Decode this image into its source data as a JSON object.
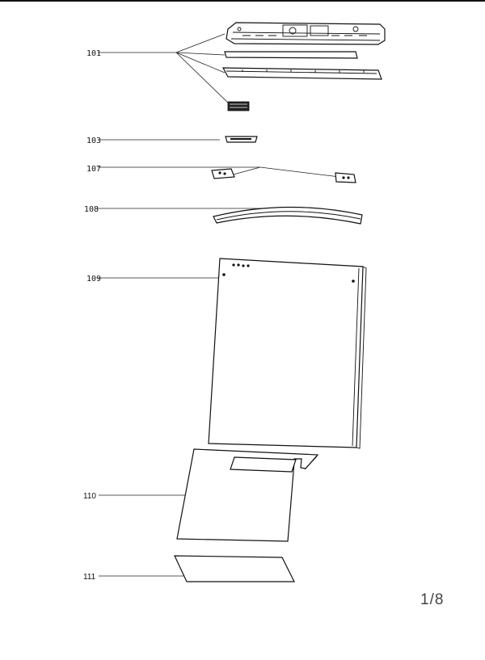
{
  "page": {
    "number": "1/8"
  },
  "callouts": [
    {
      "id": "101",
      "label": "101"
    },
    {
      "id": "103",
      "label": "103"
    },
    {
      "id": "107",
      "label": "107"
    },
    {
      "id": "108",
      "label": "108"
    },
    {
      "id": "109",
      "label": "109"
    },
    {
      "id": "110",
      "label": "110"
    },
    {
      "id": "111",
      "label": "111"
    }
  ]
}
